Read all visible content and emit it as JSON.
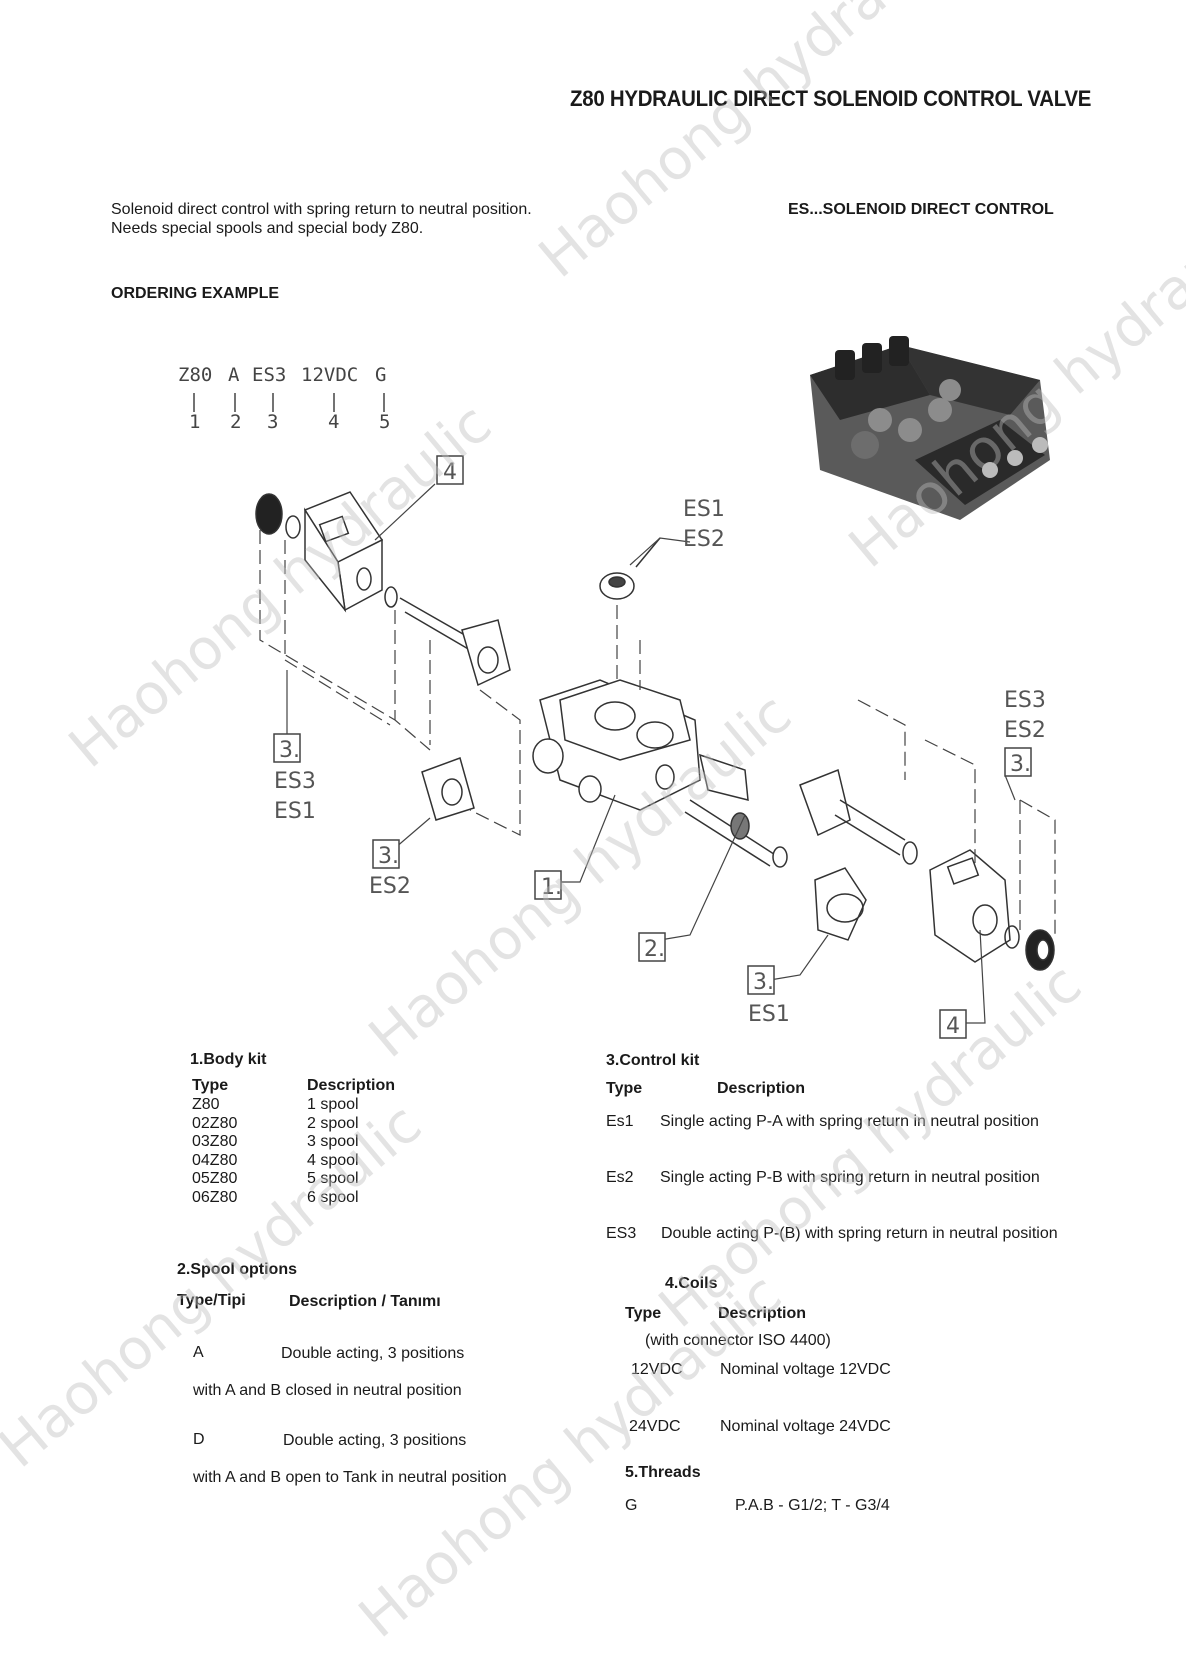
{
  "header": {
    "title": "Z80 HYDRAULIC DIRECT SOLENOID CONTROL VALVE"
  },
  "intro": {
    "line1": "Solenoid direct control with spring return to neutral position.",
    "line2": "Needs special spools and special body Z80.",
    "right_heading": "ES...SOLENOID DIRECT CONTROL"
  },
  "ordering": {
    "heading": "ORDERING EXAMPLE",
    "codes": [
      "Z80",
      "A",
      "ES3",
      "12VDC",
      "G"
    ],
    "numbers": [
      "1",
      "2",
      "3",
      "4",
      "5"
    ]
  },
  "diagram": {
    "callouts": {
      "c4_top": "4",
      "es1_es2_a": "ES1",
      "es1_es2_b": "ES2",
      "c3_left": "3.",
      "es3_left": "ES3",
      "es1_left": "ES1",
      "c3_mid": "3.",
      "es2_mid": "ES2",
      "c1": "1.",
      "c2": "2.",
      "c3_bottom": "3.",
      "es1_bottom": "ES1",
      "es3_right": "ES3",
      "es2_right": "ES2",
      "c3_right": "3.",
      "c4_bottom": "4"
    }
  },
  "watermark": {
    "text": "Haohong hydraulic"
  },
  "body_kit": {
    "heading": "1.Body kit",
    "col_type": "Type",
    "col_desc": "Description",
    "rows": [
      {
        "type": "Z80",
        "desc": "1 spool"
      },
      {
        "type": "02Z80",
        "desc": "2 spool"
      },
      {
        "type": "03Z80",
        "desc": "3 spool"
      },
      {
        "type": "04Z80",
        "desc": "4 spool"
      },
      {
        "type": "05Z80",
        "desc": "5 spool"
      },
      {
        "type": "06Z80",
        "desc": "6 spool"
      }
    ]
  },
  "spool_options": {
    "heading": "2.Spool options",
    "col_type": "Type/Tipi",
    "col_desc": "Description / Tanımı",
    "a_type": "A",
    "a_desc": "Double acting, 3 positions",
    "a_note": "with A and B closed in neutral position",
    "d_type": "D",
    "d_desc": "Double acting, 3 positions",
    "d_note": "with A and B open to Tank in neutral position"
  },
  "control_kit": {
    "heading": "3.Control kit",
    "col_type": "Type",
    "col_desc": "Description",
    "rows": [
      {
        "type": "Es1",
        "desc": "Single acting P-A with spring return in neutral position"
      },
      {
        "type": "Es2",
        "desc": "Single acting P-B with spring return in neutral position"
      },
      {
        "type": "ES3",
        "desc": "Double acting P-(B) with spring return in neutral position"
      }
    ]
  },
  "coils": {
    "heading": "4.Coils",
    "col_type": "Type",
    "col_desc": "Description",
    "note": "(with connector ISO 4400)",
    "rows": [
      {
        "type": "12VDC",
        "desc": "Nominal voltage 12VDC"
      },
      {
        "type": "24VDC",
        "desc": "Nominal voltage 24VDC"
      }
    ]
  },
  "threads": {
    "heading": "5.Threads",
    "type": "G",
    "desc": "P.A.B - G1/2; T - G3/4"
  }
}
